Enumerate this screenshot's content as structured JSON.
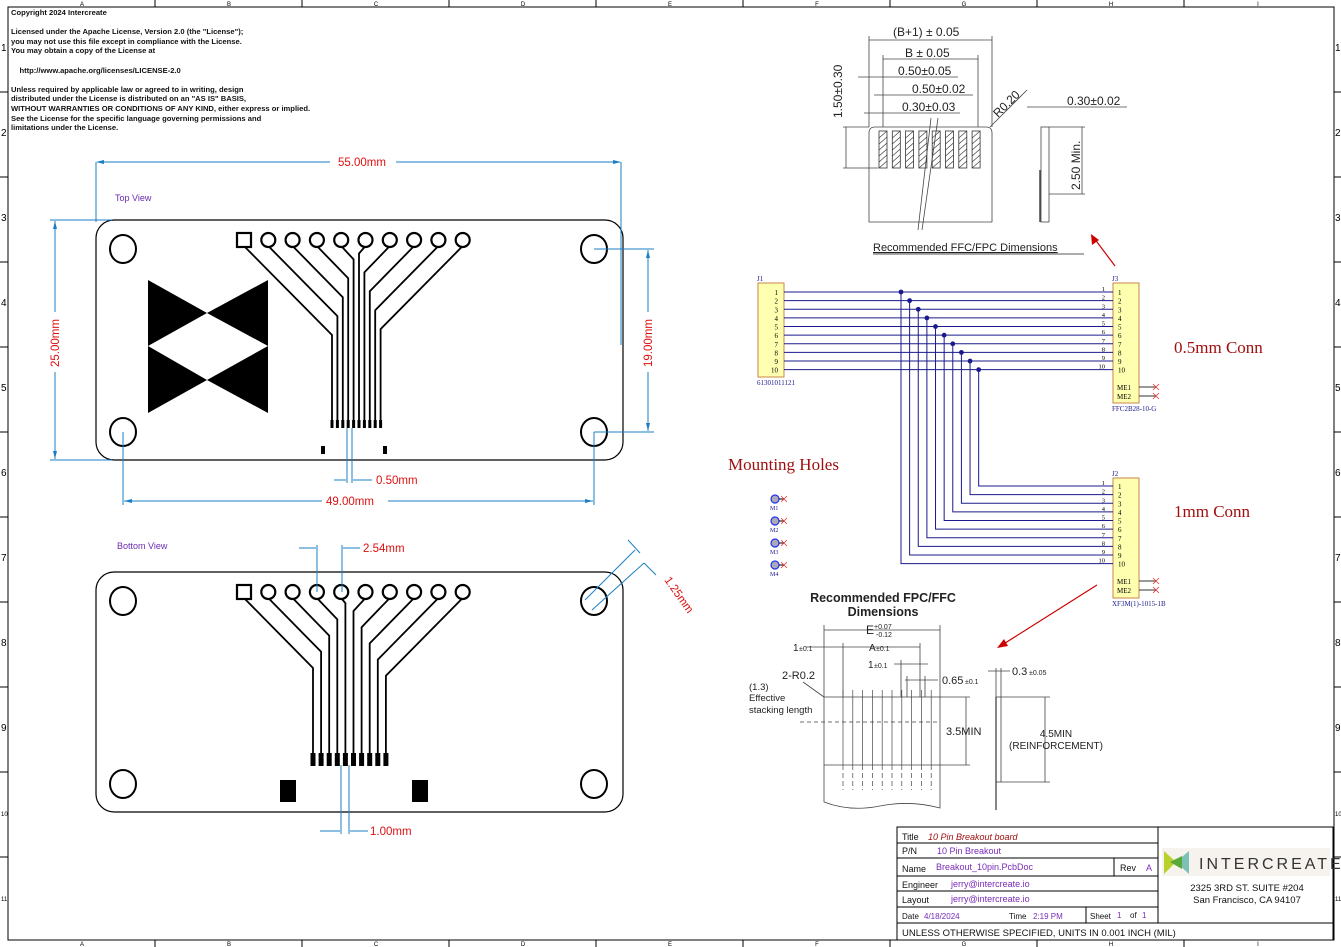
{
  "license": {
    "lines": [
      "Copyright 2024 Intercreate",
      "",
      "Licensed under the Apache License, Version 2.0 (the \"License\");",
      "you may not use this file except in compliance with the License.",
      "You may obtain a copy of the License at",
      "",
      "    http://www.apache.org/licenses/LICENSE-2.0",
      "",
      "Unless required by applicable law or agreed to in writing, design",
      "distributed under the License is distributed on an \"AS IS\" BASIS,",
      "WITHOUT WARRANTIES OR CONDITIONS OF ANY KIND, either express or implied.",
      "See the License for the specific language governing permissions and",
      "limitations under the License."
    ]
  },
  "frame": {
    "columns": [
      "A",
      "B",
      "C",
      "D",
      "E",
      "F",
      "G",
      "H",
      "I"
    ],
    "rows": [
      "1",
      "2",
      "3",
      "4",
      "5",
      "6",
      "7",
      "8",
      "9",
      "10",
      "11"
    ]
  },
  "top_view": {
    "label": "Top View",
    "dim_width": "55.00mm",
    "dim_height": "25.00mm",
    "dim_hole_vertical": "19.00mm",
    "dim_pitch": "0.50mm",
    "dim_hole_horizontal": "49.00mm"
  },
  "bottom_view": {
    "label": "Bottom View",
    "dim_header_pitch": "2.54mm",
    "dim_pad_pitch": "1.00mm",
    "dim_corner": "1.25mm"
  },
  "ffc_drawing": {
    "title": "Recommended FFC/FPC Dimensions",
    "dims": [
      "(B+1) ± 0.05",
      "B ± 0.05",
      "0.50±0.05",
      "0.50±0.02",
      "0.30±0.03",
      "1.50±0.30",
      "R0.20",
      "0.30±0.02",
      "2.50 Min."
    ]
  },
  "fpc_drawing": {
    "title_line1": "Recommended FPC/FFC",
    "title_line2": "Dimensions",
    "dim_e": "E",
    "dim_e_plus": "+0.07",
    "dim_e_minus": "-0.12",
    "dim_1a": "1",
    "dim_1a_tol": "±0.1",
    "dim_a": "A",
    "dim_a_tol": "±0.1",
    "dim_1b": "1",
    "dim_1b_tol": "±0.1",
    "dim_065": "0.65",
    "dim_065_tol": "±0.1",
    "dim_03": "0.3",
    "dim_03_tol": "±0.05",
    "radius": "2-R0.2",
    "stack_1": "(1.3)",
    "stack_2": "Effective",
    "stack_3": "stacking length",
    "dim_35": "3.5MIN",
    "dim_45": "4.5MIN",
    "dim_45b": "(REINFORCEMENT)"
  },
  "schematic": {
    "wire_color": "#1a1a8c",
    "body_fill": "#ffffb0",
    "body_stroke": "#c8864a",
    "j1": {
      "ref": "J1",
      "part": "61301011121",
      "pins": [
        "1",
        "2",
        "3",
        "4",
        "5",
        "6",
        "7",
        "8",
        "9",
        "10"
      ]
    },
    "j3": {
      "ref": "J3",
      "part": "FFC2B28-10-G",
      "pins": [
        "1",
        "2",
        "3",
        "4",
        "5",
        "6",
        "7",
        "8",
        "9",
        "10"
      ],
      "extra": [
        "ME1",
        "ME2"
      ]
    },
    "j2": {
      "ref": "J2",
      "part": "XF3M(1)-1015-1B",
      "pins": [
        "1",
        "2",
        "3",
        "4",
        "5",
        "6",
        "7",
        "8",
        "9",
        "10"
      ],
      "extra": [
        "ME1",
        "ME2"
      ]
    },
    "label_05": "0.5mm Conn",
    "label_1": "1mm Conn",
    "label_mount": "Mounting Holes",
    "mount_holes": [
      "M1",
      "M2",
      "M3",
      "M4"
    ]
  },
  "title_block": {
    "title_label": "Title",
    "title": "10 Pin Breakout board",
    "pn_label": "P/N",
    "pn": "10 Pin Breakout",
    "name_label": "Name",
    "name": "Breakout_10pin.PcbDoc",
    "rev_label": "Rev",
    "rev": "A",
    "engineer_label": "Engineer",
    "engineer": "jerry@intercreate.io",
    "layout_label": "Layout",
    "layout": "jerry@intercreate.io",
    "date_label": "Date",
    "date": "4/18/2024",
    "time_label": "Time",
    "time": "2:19 PM",
    "sheet_label": "Sheet",
    "sheet": "1",
    "of_label": "of",
    "sheet_total": "1",
    "units_note": "UNLESS OTHERWISE SPECIFIED, UNITS IN 0.001 INCH (MIL)",
    "company": "INTERCREATE",
    "address1": "2325 3RD ST. SUITE #204",
    "address2": "San Francisco, CA 94107"
  }
}
